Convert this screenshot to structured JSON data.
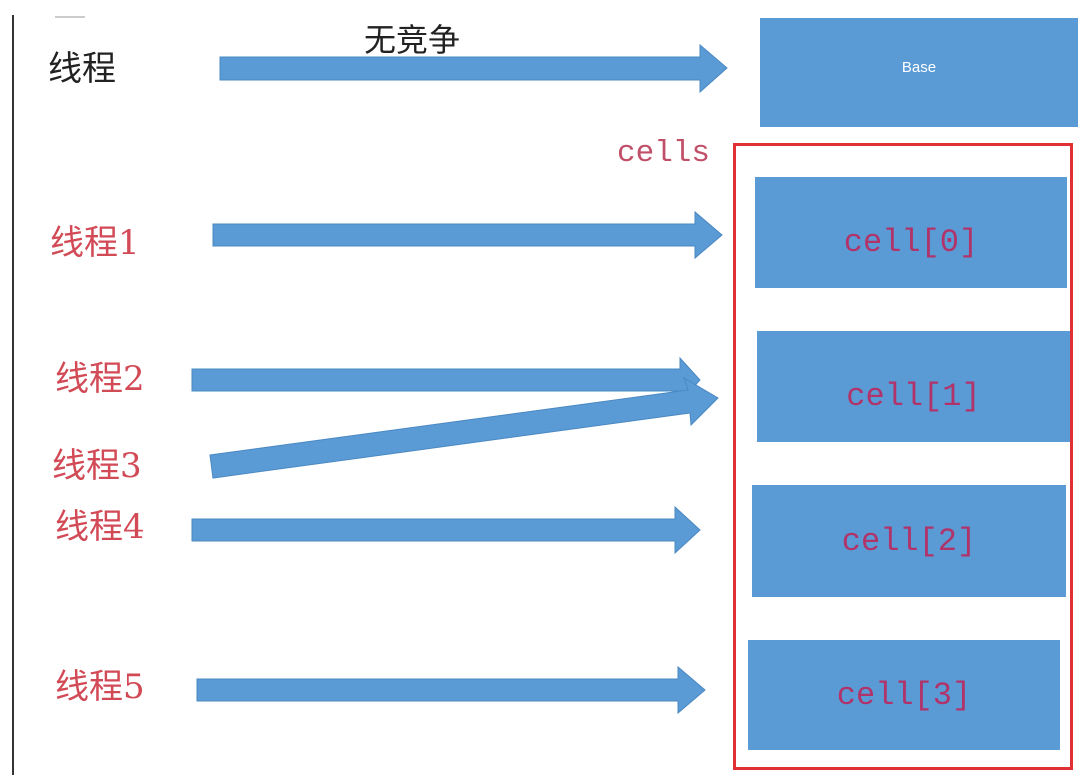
{
  "title_thread": "线程",
  "no_contention": "无竞争",
  "base_label": "Base",
  "cells_label": "cells",
  "threads": [
    "线程1",
    "线程2",
    "线程3",
    "线程4",
    "线程5"
  ],
  "cells": [
    "cell[0]",
    "cell[1]",
    "cell[2]",
    "cell[3]"
  ],
  "colors": {
    "box": "#5b9bd5",
    "arrow": "#5b9bd5",
    "red_border": "#e03035",
    "thread_label": "#d24a55"
  }
}
